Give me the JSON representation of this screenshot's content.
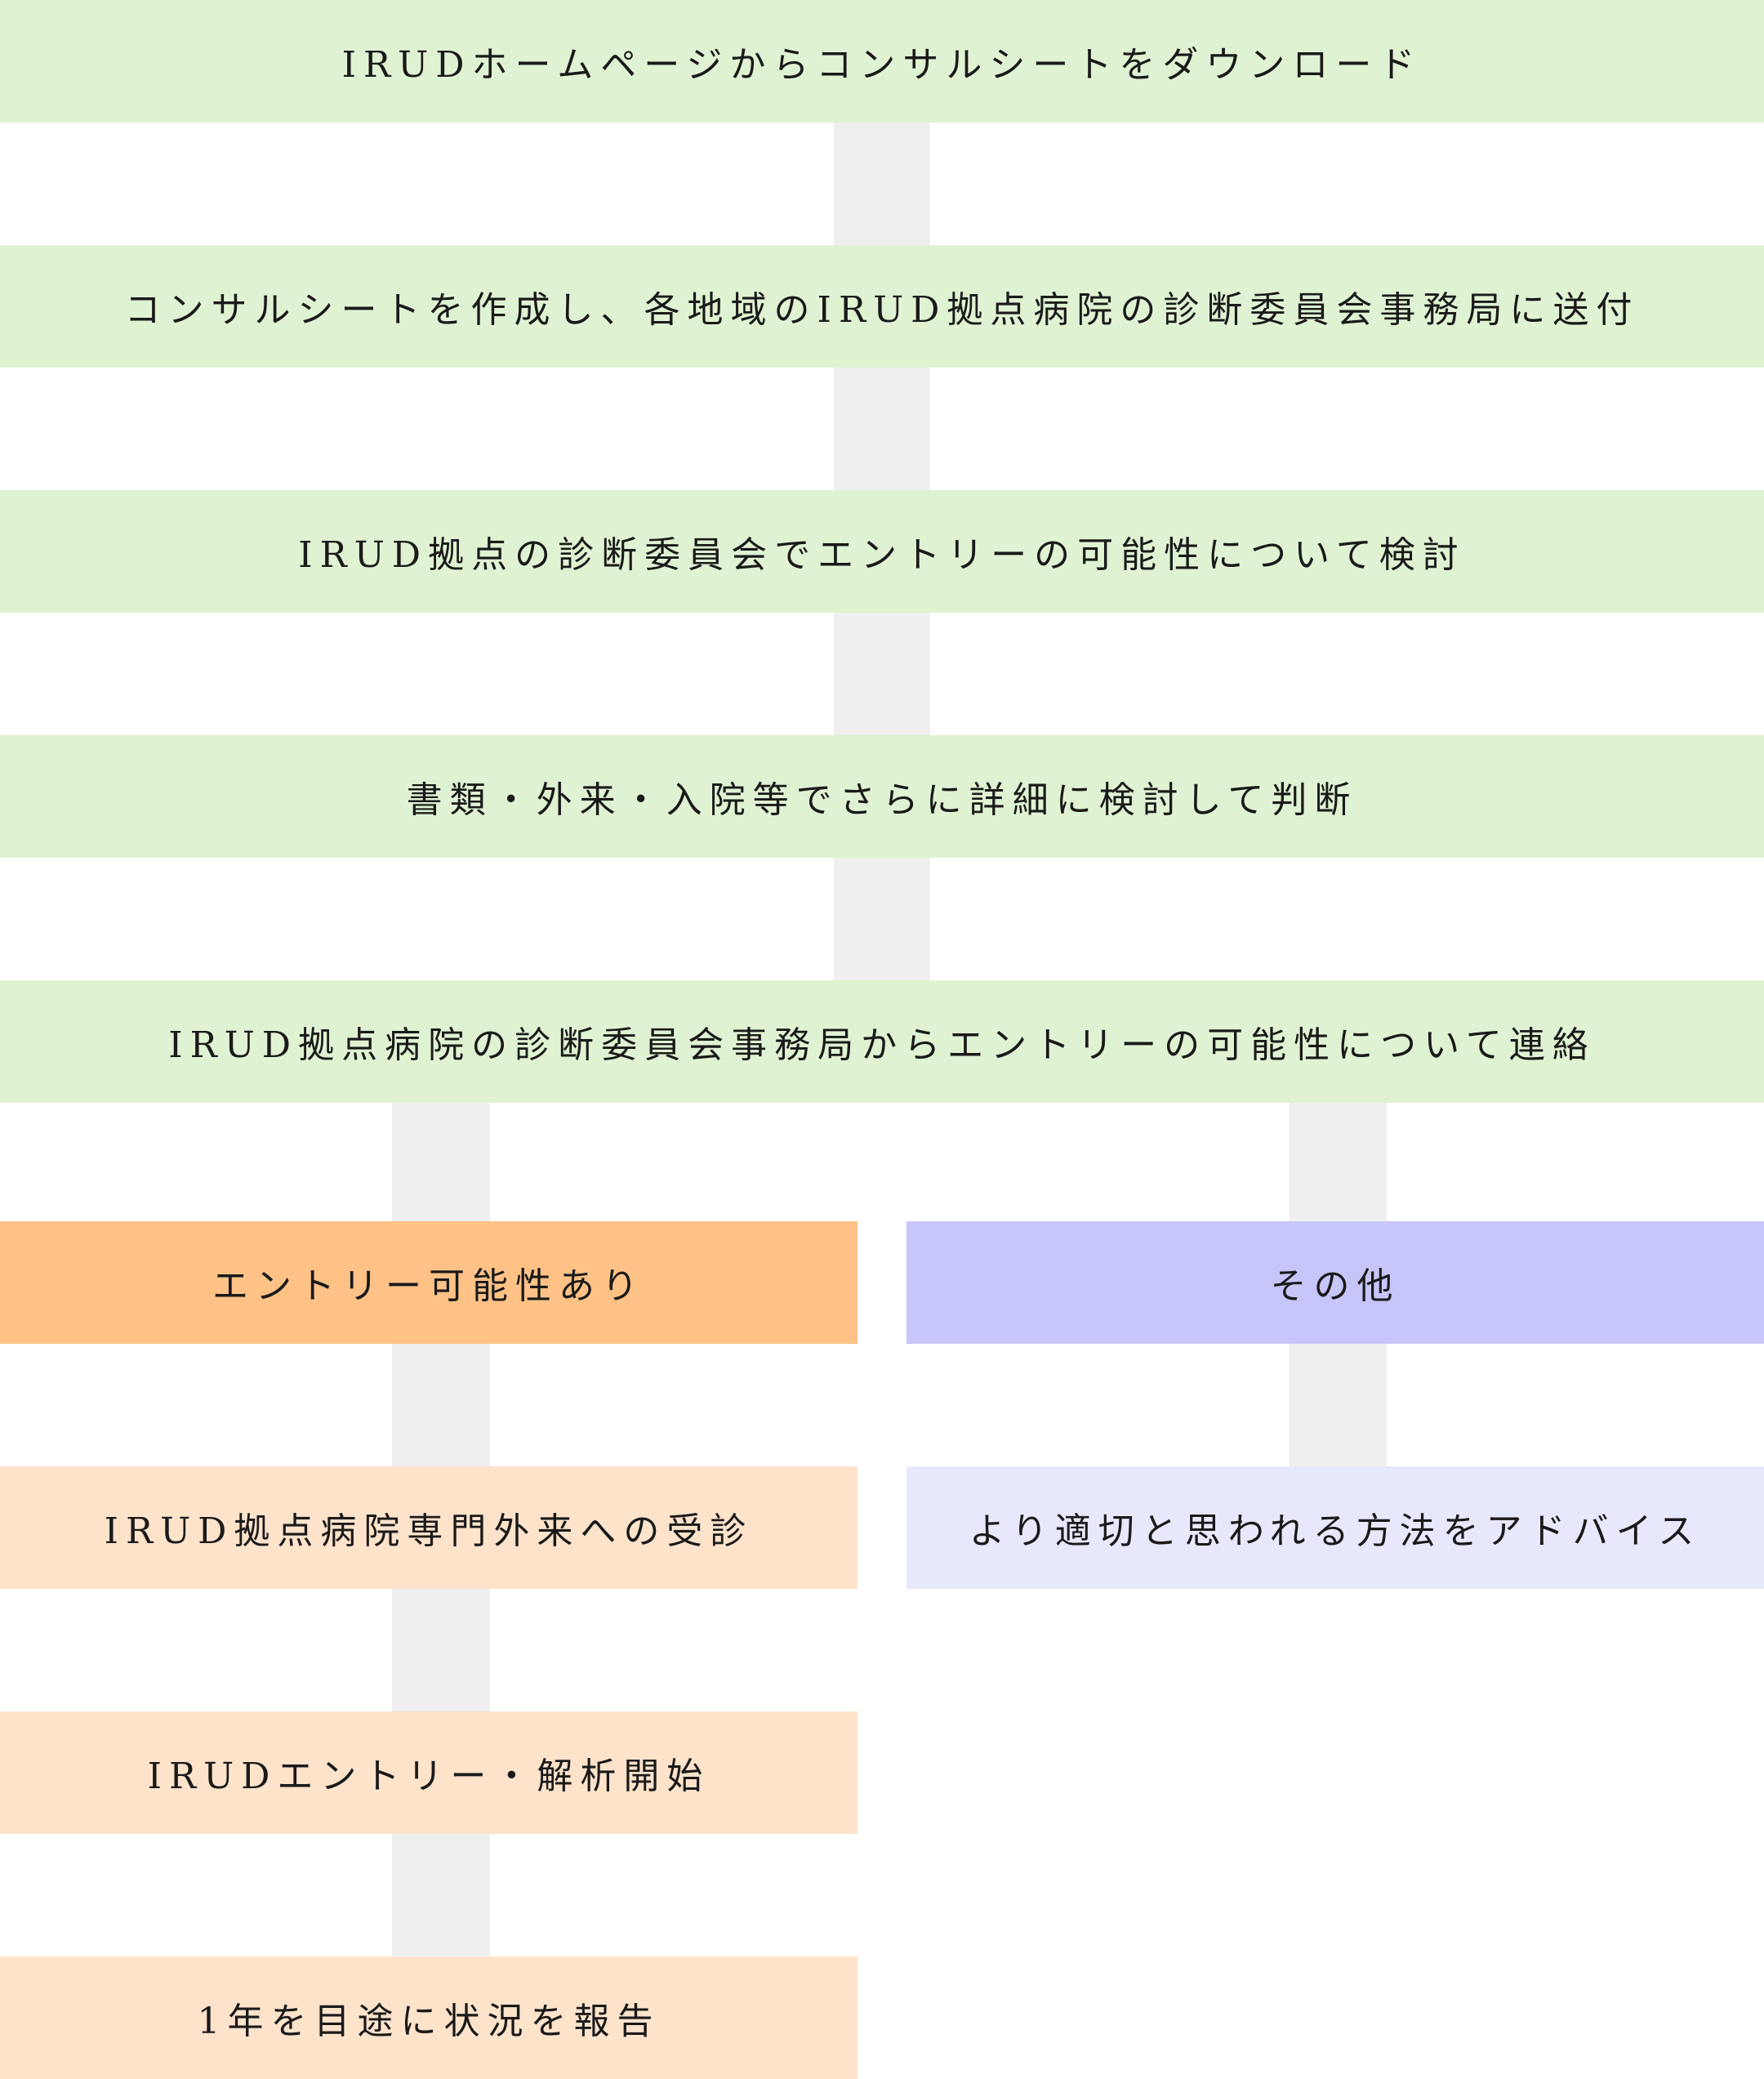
{
  "steps": [
    "IRUDホームページからコンサルシートをダウンロード",
    "コンサルシートを作成し、各地域のIRUD拠点病院の診断委員会事務局に送付",
    "IRUD拠点の診断委員会でエントリーの可能性について検討",
    "書類・外来・入院等でさらに詳細に検討して判断",
    "IRUD拠点病院の診断委員会事務局からエントリーの可能性について連絡"
  ],
  "left_branch": {
    "header": "エントリー可能性あり",
    "steps": [
      "IRUD拠点病院専門外来への受診",
      "IRUDエントリー・解析開始",
      "1年を目途に状況を報告"
    ]
  },
  "right_branch": {
    "header": "その他",
    "steps": [
      "より適切と思われる方法をアドバイス"
    ]
  },
  "colors": {
    "main": "#dff3d2",
    "left_header": "#fec287",
    "left_step": "#fee3cb",
    "right_header": "#c6c6fb",
    "right_step": "#e8e8fc",
    "connector": "#efefef"
  }
}
